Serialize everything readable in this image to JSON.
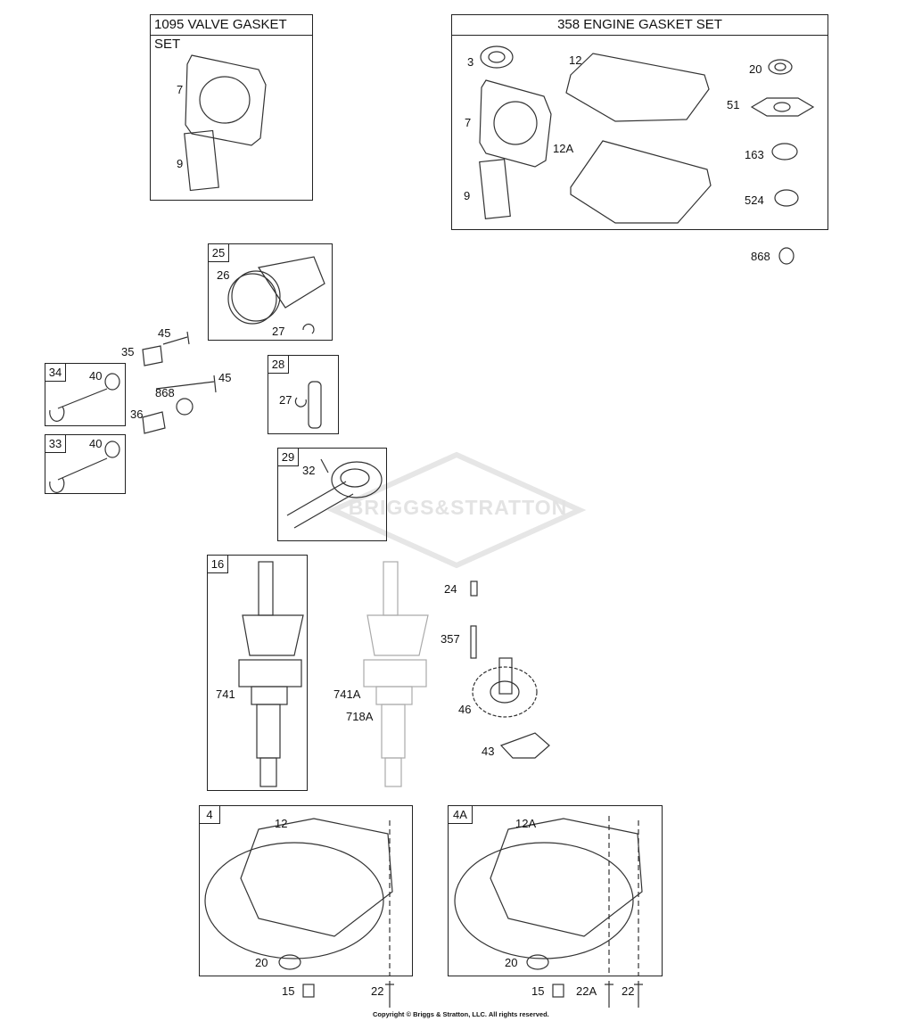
{
  "watermark": "BRIGGS&STRATTON",
  "copyright": "Copyright © Briggs & Stratton, LLC. All rights reserved.",
  "boxes": {
    "valve_gasket_set": "1095 VALVE GASKET SET",
    "engine_gasket_set": "358 ENGINE GASKET SET",
    "b25": "25",
    "b28": "28",
    "b29": "29",
    "b34": "34",
    "b33": "33",
    "b16": "16",
    "b4": "4",
    "b4a": "4A"
  },
  "labels": [
    "7",
    "9",
    "3",
    "12",
    "20",
    "7",
    "51",
    "12A",
    "163",
    "9",
    "524",
    "868",
    "26",
    "27",
    "45",
    "35",
    "40",
    "868",
    "45",
    "36",
    "40",
    "27",
    "32",
    "741",
    "741A",
    "718A",
    "24",
    "357",
    "46",
    "43",
    "12",
    "20",
    "15",
    "22",
    "12A",
    "20",
    "15",
    "22A",
    "22"
  ]
}
